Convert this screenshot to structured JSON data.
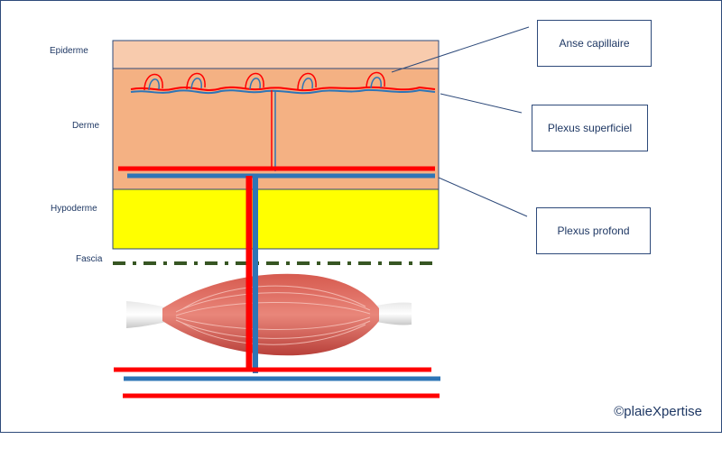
{
  "layers": {
    "epiderme": "Epiderme",
    "derme": "Derme",
    "hypoderme": "Hypoderme",
    "fascia": "Fascia"
  },
  "callouts": {
    "anse_capillaire": "Anse capillaire",
    "plexus_superficiel": "Plexus superficiel",
    "plexus_profond": "Plexus profond"
  },
  "copyright": "©plaieXpertise",
  "colors": {
    "epiderme": "#f8cbad",
    "derme": "#f4b183",
    "hypoderme": "#ffff00",
    "artery": "#ff0000",
    "vein": "#2e75b6",
    "fascia": "#375623",
    "border": "#2e4a7a",
    "muscle": "#c0504d"
  }
}
